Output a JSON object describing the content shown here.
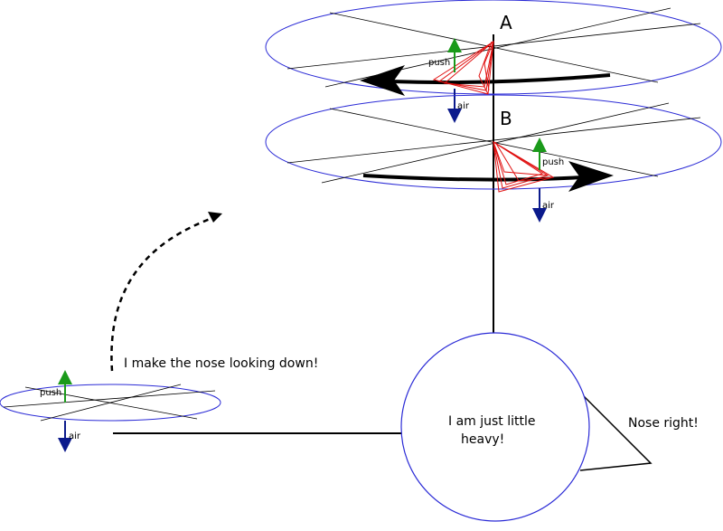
{
  "rotors": {
    "a": {
      "label": "A",
      "push": "push",
      "air": "air"
    },
    "b": {
      "label": "B",
      "push": "push",
      "air": "air"
    },
    "tail": {
      "push": "push",
      "air": "air"
    }
  },
  "captions": {
    "tail_note": "I make the nose looking down!",
    "body_line1": "I am just little",
    "body_line2": "heavy!",
    "nose_note": "Nose right!"
  },
  "colors": {
    "disk_outline": "#2b2bd6",
    "blade": "#e01010",
    "push_arrow": "#1a9a1a",
    "air_arrow": "#0b1a8c",
    "line": "#000000"
  }
}
